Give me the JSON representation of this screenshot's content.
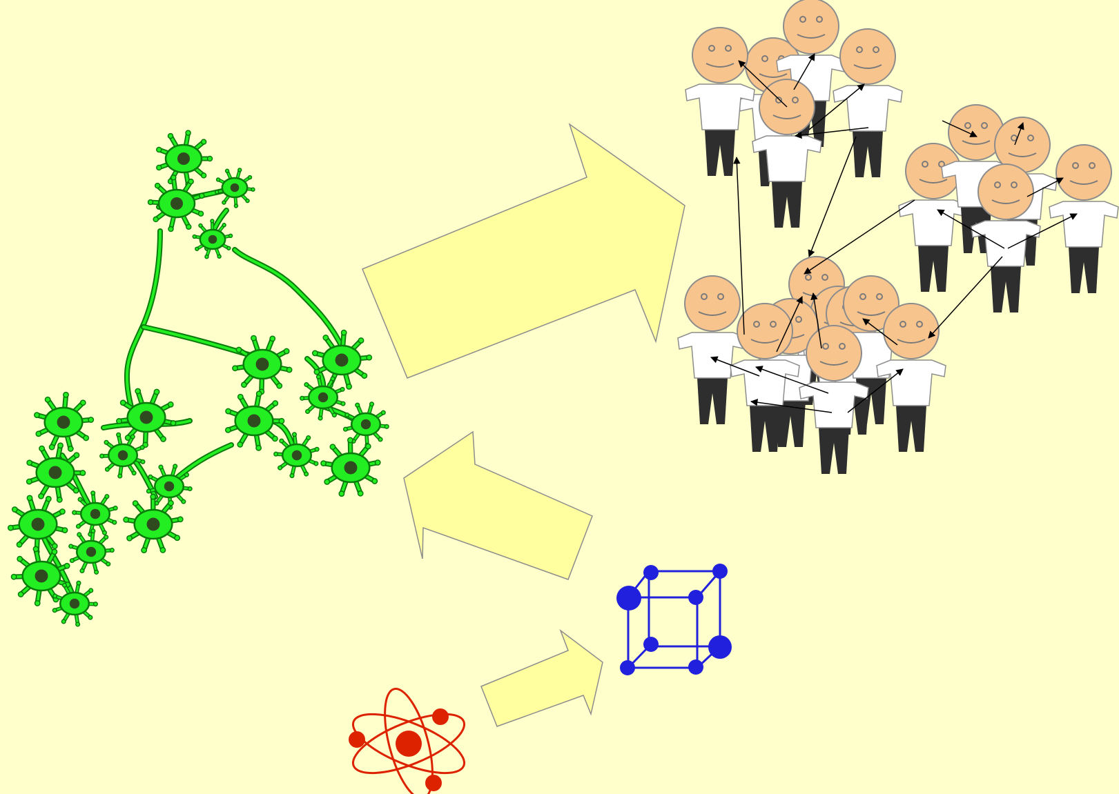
{
  "background_color": "#FFFFCC",
  "palette": {
    "arrow_fill": "#FFFFA0",
    "arrow_stroke": "#8C8C8C",
    "neuron_fill": "#22EE22",
    "neuron_stroke": "#0A7A0A",
    "neuron_nucleus": "#2F4A1E",
    "skin": "#F8C48E",
    "skin_stroke": "#8C8C8C",
    "face_feature": "#7A7A7A",
    "shirt": "#FFFFFF",
    "pants": "#2E2E2E",
    "link_arrow": "#000000",
    "crystal": "#2020DD",
    "atom": "#DD2200"
  },
  "icons": {
    "neural_network": "neuron-network-icon",
    "social_group": "crowd-of-people-icon",
    "crystal_lattice": "cubic-lattice-icon",
    "atom": "atom-icon",
    "flow_arrow": "block-arrow-icon"
  },
  "diagram": {
    "nodes": [
      "neural-network",
      "social-network",
      "crystal-lattice",
      "atom"
    ],
    "flows": [
      {
        "from": "neural-network",
        "to": "social-network"
      },
      {
        "from": "crystal-lattice",
        "to": "neural-network"
      },
      {
        "from": "atom",
        "to": "crystal-lattice"
      }
    ]
  }
}
